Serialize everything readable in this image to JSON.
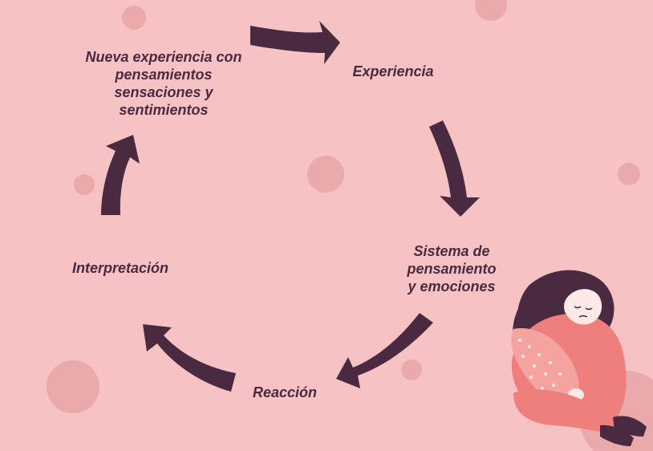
{
  "colors": {
    "background": "#f6c2c3",
    "arrow": "#4a2a40",
    "text": "#4a2a40",
    "circle": "#eaa9ab",
    "figure_hair": "#4a2a40",
    "figure_body": "#ef7f7d",
    "figure_skin": "#fde9e6"
  },
  "stages": {
    "nueva": "Nueva experiencia con\npensamientos\nsensaciones y\nsentimientos",
    "experiencia": "Experiencia",
    "sistema": "Sistema de\npensamiento\ny emociones",
    "interpretacion": "Interpretación",
    "reaccion": "Reacción"
  },
  "icons": [
    "cycle-arrow-icon",
    "sad-woman-illustration"
  ]
}
